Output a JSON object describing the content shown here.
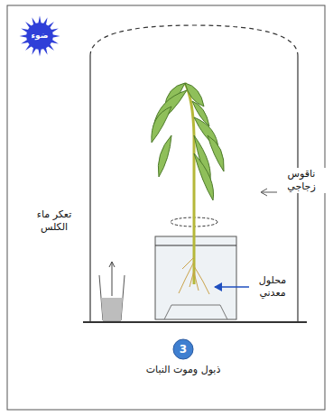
{
  "diagram": {
    "caption": "ذبول وموت النبات",
    "nodes": [
      {
        "text": [
          "ضوء"
        ]
      },
      {
        "text": [
          "3"
        ]
      }
    ],
    "labels": [
      "ناقوس زجاجي",
      "تعكر ماء الكلس",
      "محلول معدني"
    ]
  }
}
